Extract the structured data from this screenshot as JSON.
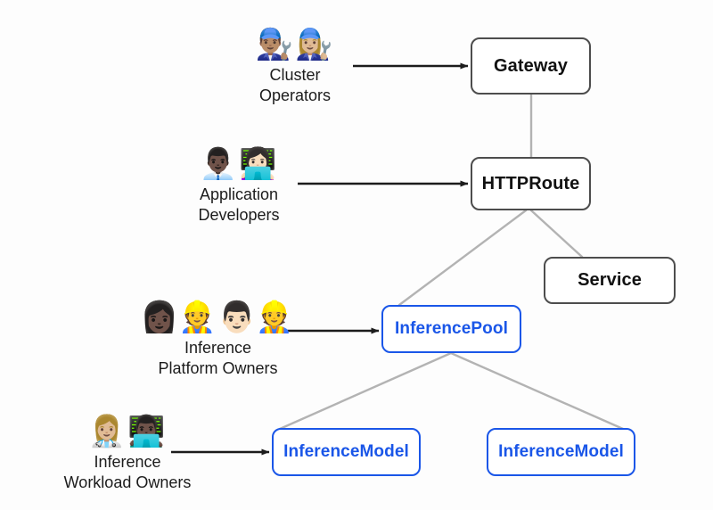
{
  "diagram": {
    "title": "Gateway API Inference Extension personas and resources",
    "background": "#fdfdfd",
    "colors": {
      "node_border_dark": "#4d4d4d",
      "node_text_dark": "#111111",
      "node_border_blue": "#1a56e8",
      "node_text_blue": "#1a56e8",
      "edge_gray": "#b3b3b3",
      "arrow_black": "#1c1c1c"
    }
  },
  "personas": [
    {
      "id": "cluster-operators",
      "label": "Cluster\nOperators",
      "emojis": "👨🏽‍🔧👩🏼‍🔧",
      "icon_names": [
        "man-mechanic-icon",
        "woman-mechanic-icon"
      ],
      "targets": "Gateway"
    },
    {
      "id": "application-developers",
      "label": "Application\nDevelopers",
      "emojis": "👨🏿‍💼👩🏻‍💻",
      "icon_names": [
        "man-office-worker-icon",
        "woman-technologist-icon"
      ],
      "targets": "HTTPRoute"
    },
    {
      "id": "inference-platform-owners",
      "label": "Inference\nPlatform Owners",
      "emojis": "👩🏿‍👷👨🏻‍👷",
      "icon_names": [
        "woman-construction-worker-icon",
        "man-construction-worker-icon"
      ],
      "targets": "InferencePool"
    },
    {
      "id": "inference-workload-owners",
      "label": "Inference\nWorkload Owners",
      "emojis": "👩🏼‍⚕️👨🏿‍💻",
      "icon_names": [
        "woman-health-worker-icon",
        "man-technologist-icon"
      ],
      "targets": "InferenceModel"
    }
  ],
  "nodes": [
    {
      "id": "gateway",
      "label": "Gateway",
      "style": "dark"
    },
    {
      "id": "httproute",
      "label": "HTTPRoute",
      "style": "dark"
    },
    {
      "id": "service",
      "label": "Service",
      "style": "dark"
    },
    {
      "id": "inferencepool",
      "label": "InferencePool",
      "style": "blue"
    },
    {
      "id": "model_left",
      "label": "InferenceModel",
      "style": "blue"
    },
    {
      "id": "model_right",
      "label": "InferenceModel",
      "style": "blue"
    }
  ],
  "edges": [
    {
      "from": "gateway",
      "to": "httproute",
      "kind": "link"
    },
    {
      "from": "httproute",
      "to": "inferencepool",
      "kind": "link"
    },
    {
      "from": "httproute",
      "to": "service",
      "kind": "link"
    },
    {
      "from": "inferencepool",
      "to": "model_left",
      "kind": "link"
    },
    {
      "from": "inferencepool",
      "to": "model_right",
      "kind": "link"
    },
    {
      "from": "cluster-operators",
      "to": "gateway",
      "kind": "arrow"
    },
    {
      "from": "application-developers",
      "to": "httproute",
      "kind": "arrow"
    },
    {
      "from": "inference-platform-owners",
      "to": "inferencepool",
      "kind": "arrow"
    },
    {
      "from": "inference-workload-owners",
      "to": "model_left",
      "kind": "arrow"
    }
  ]
}
